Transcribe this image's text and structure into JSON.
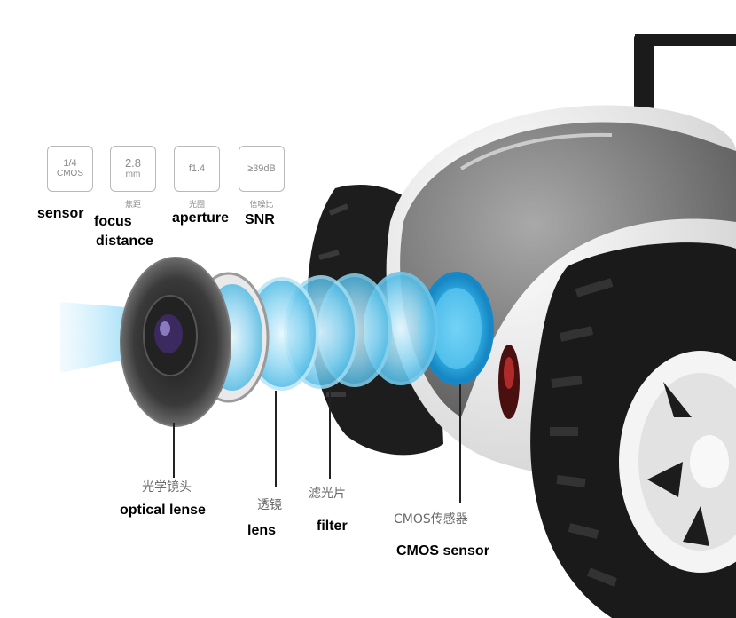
{
  "spec_icons": [
    {
      "line1": "1/4",
      "line2": "CMOS",
      "caption": ""
    },
    {
      "line1": "2.8",
      "line2": "mm",
      "caption": "焦距"
    },
    {
      "line1": "f1.4",
      "line2": "",
      "caption": "光圈"
    },
    {
      "line1": "≥39dB",
      "line2": "",
      "caption": "信噪比"
    }
  ],
  "spec_labels": {
    "sensor": "sensor",
    "focus_distance_line1": "focus",
    "focus_distance_line2": "distance",
    "aperture": "aperture",
    "snr": "SNR"
  },
  "parts": {
    "optical_lens_cn": "光学镜头",
    "optical_lens_en": "optical lense",
    "lens_cn": "透镜",
    "lens_en": "lens",
    "filter_cn": "滤光片",
    "filter_en": "filter",
    "cmos_cn": "CMOS传感器",
    "cmos_en": "CMOS sensor"
  },
  "colors": {
    "robot_tire": "#1c1c1c",
    "robot_shell": "#f2f2f2",
    "lens_blue": "#3fb6e6",
    "label_gray": "#6a6a6a"
  }
}
